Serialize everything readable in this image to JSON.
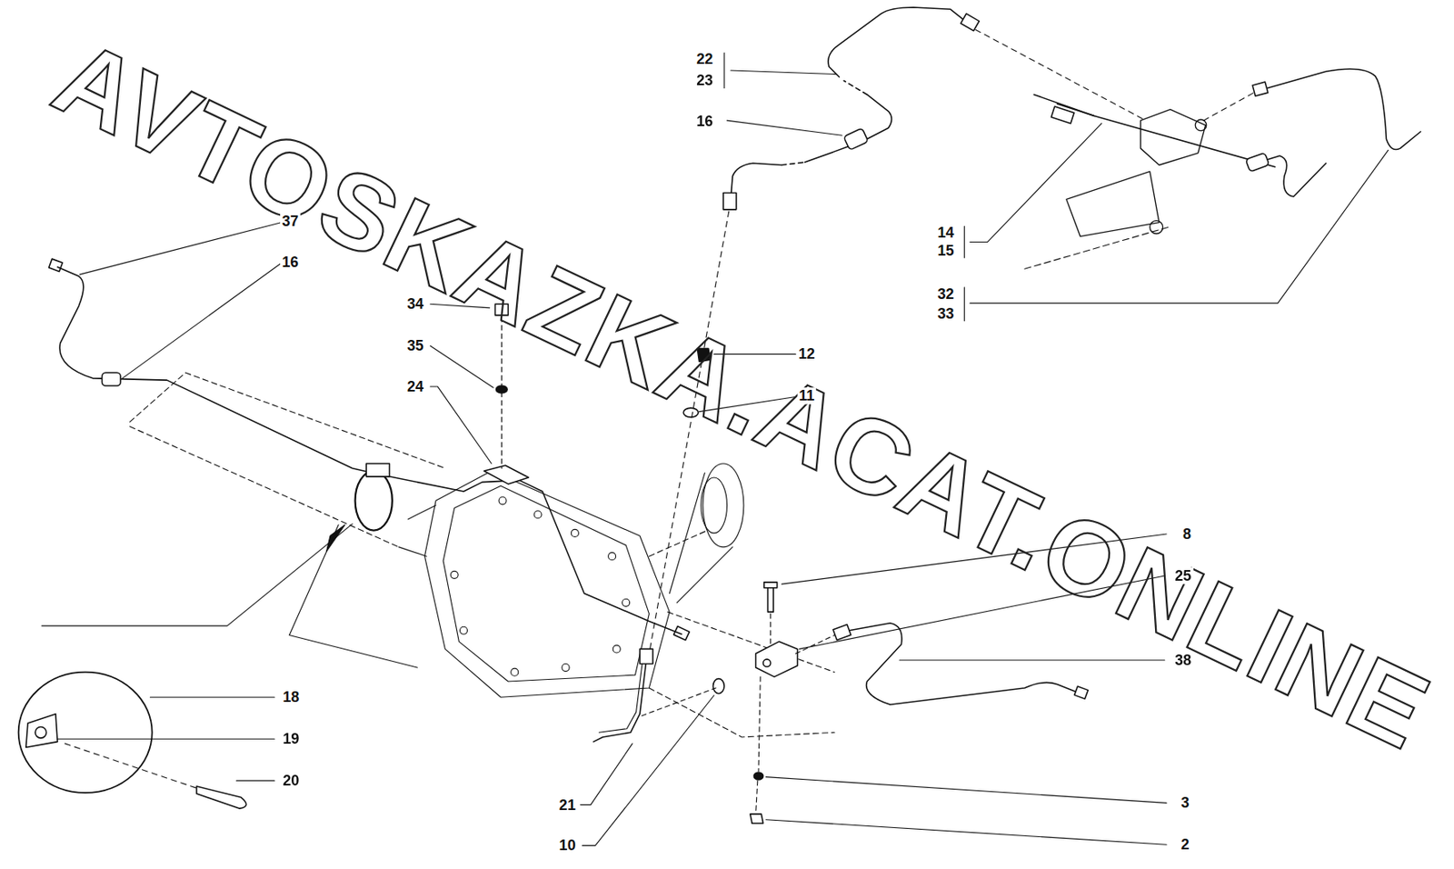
{
  "diagram": {
    "labels": [
      "22",
      "23",
      "16",
      "37",
      "14",
      "15",
      "16",
      "32",
      "34",
      "33",
      "35",
      "12",
      "24",
      "11",
      "8",
      "25",
      "38",
      "18",
      "19",
      "20",
      "3",
      "21",
      "10",
      "2",
      "AVTOSKAZKA.ACAT.ONLINE"
    ]
  }
}
